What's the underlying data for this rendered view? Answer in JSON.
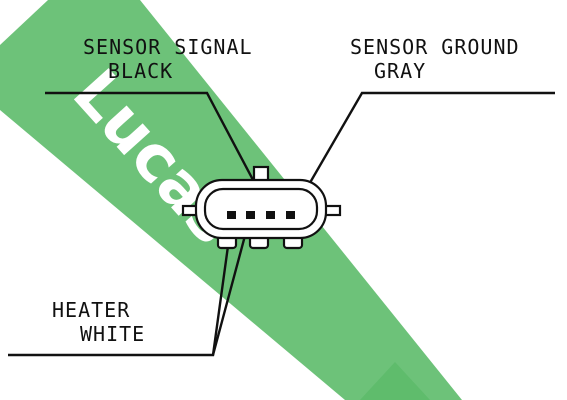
{
  "watermark": {
    "brand": "Lucas",
    "color": "#5dbb6a"
  },
  "labels": {
    "sensor_signal": {
      "title": "SENSOR SIGNAL",
      "color": "BLACK"
    },
    "sensor_ground": {
      "title": "SENSOR GROUND",
      "color": "GRAY"
    },
    "heater": {
      "title": "HEATER",
      "color": "WHITE"
    }
  },
  "colors": {
    "ink": "#111111",
    "background": "#ffffff"
  }
}
